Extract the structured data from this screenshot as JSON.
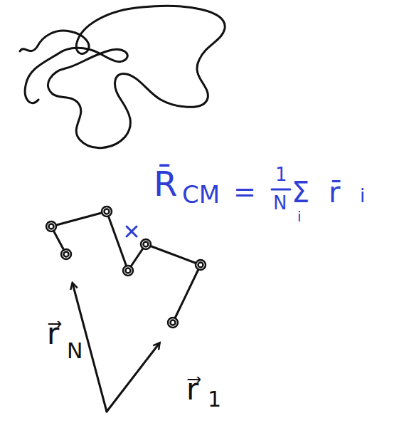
{
  "diagram": {
    "labels": [
      "R̄",
      "CM",
      "=",
      "1",
      "N",
      "Σ",
      "i",
      "r̄",
      "i",
      "r⃗",
      "N",
      "r⃗",
      "1"
    ]
  }
}
